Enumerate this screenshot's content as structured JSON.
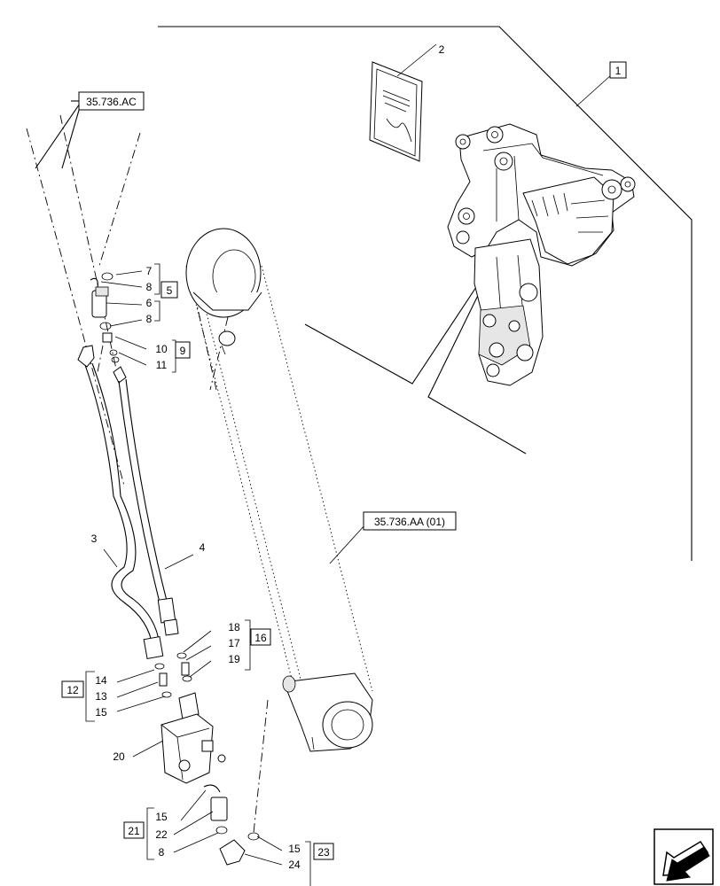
{
  "references": {
    "ref_ac": "35.736.AC",
    "ref_aa": "35.736.AA (01)"
  },
  "group_labels": {
    "g1": "1",
    "g5": "5",
    "g9": "9",
    "g12": "12",
    "g16": "16",
    "g21": "21",
    "g23": "23"
  },
  "part_numbers": {
    "p2": "2",
    "p3": "3",
    "p4": "4",
    "p7": "7",
    "p8a": "8",
    "p6": "6",
    "p8b": "8",
    "p10": "10",
    "p11": "11",
    "p18": "18",
    "p17": "17",
    "p19": "19",
    "p14": "14",
    "p13": "13",
    "p15a": "15",
    "p20": "20",
    "p15b": "15",
    "p22": "22",
    "p8c": "8",
    "p15c": "15",
    "p24": "24"
  },
  "icons": {
    "nav": "next-page-arrow-icon"
  }
}
